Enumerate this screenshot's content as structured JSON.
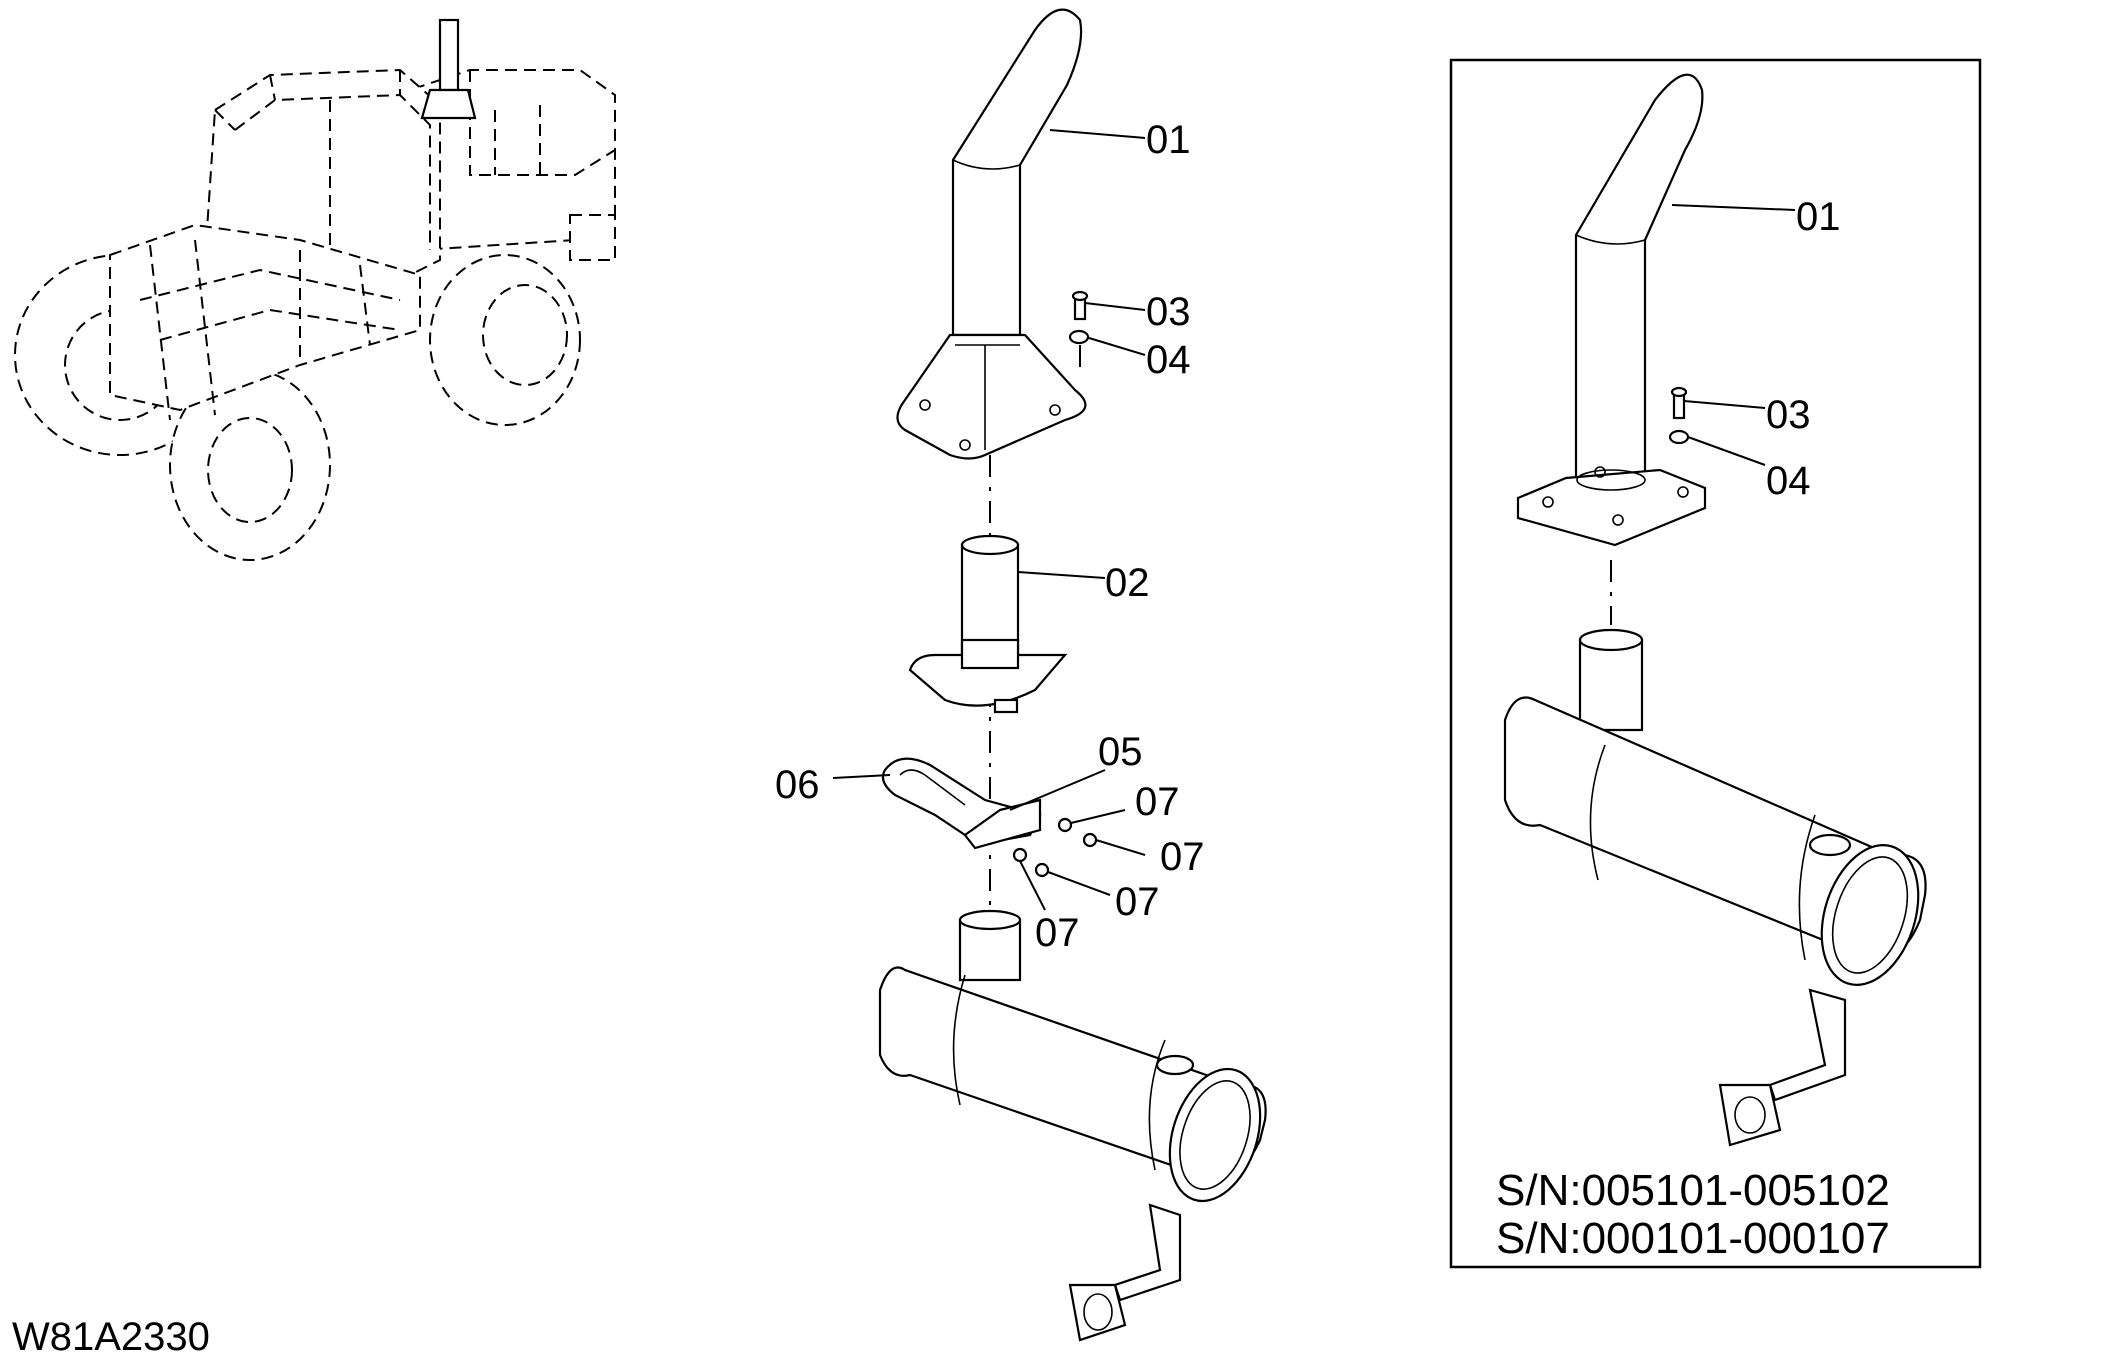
{
  "drawing_code": "W81A2330",
  "serial_numbers": [
    "S/N:005101-005102",
    "S/N:000101-000107"
  ],
  "main_assembly": {
    "callouts": [
      "01",
      "02",
      "03",
      "04",
      "05",
      "06",
      "07",
      "07",
      "07",
      "07"
    ]
  },
  "inset_assembly": {
    "callouts": [
      "01",
      "03",
      "04"
    ]
  },
  "icons": {
    "machine": "wheel-loader-locator-icon",
    "exhaust_pipe": "exhaust-stack-icon",
    "muffler": "muffler-icon"
  }
}
